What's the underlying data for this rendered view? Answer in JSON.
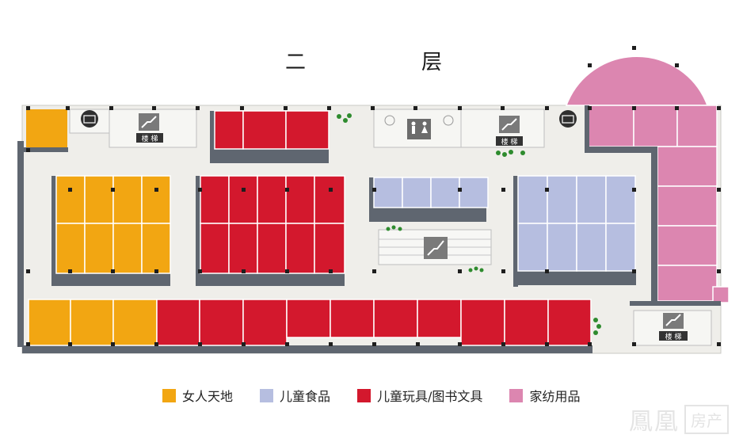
{
  "title": "二　层",
  "legend": [
    {
      "label": "女人天地",
      "color": "#f2a612"
    },
    {
      "label": "儿童食品",
      "color": "#b6bee0"
    },
    {
      "label": "儿童玩具/图书文具",
      "color": "#d3182d"
    },
    {
      "label": "家纺用品",
      "color": "#dc86b0"
    }
  ],
  "stair_label": "楼 梯",
  "watermark": {
    "logo": "鳳凰",
    "text": "房产"
  },
  "colors": {
    "wall": "#5f6670",
    "floor": "#eeeeea",
    "corridor": "#f3f2ee"
  }
}
